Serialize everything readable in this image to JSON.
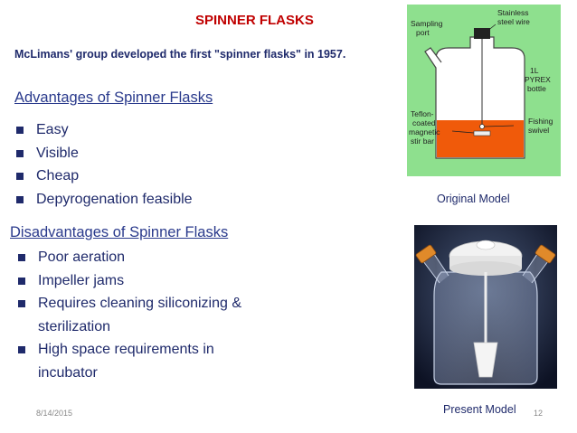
{
  "slide": {
    "title": "SPINNER FLASKS",
    "subtitle": "McLimans' group developed the first \"spinner flasks\" in 1957.",
    "advantages": {
      "heading": "Advantages of Spinner Flasks",
      "items": [
        "Easy",
        "Visible",
        "Cheap",
        "Depyrogenation feasible"
      ]
    },
    "disadvantages": {
      "heading": "Disadvantages of Spinner Flasks",
      "items": [
        "Poor aeration",
        "Impeller jams",
        "Requires cleaning siliconizing &",
        "sterilization",
        "High space requirements in",
        "incubator"
      ]
    },
    "diagram": {
      "sampling_port": [
        "Sampling",
        "port"
      ],
      "stainless_wire": [
        "Stainless",
        "steel wire"
      ],
      "pyrex_bottle": [
        "1L",
        "PYREX",
        "bottle"
      ],
      "stir_bar": [
        "Teflon-",
        "coated",
        "magnetic",
        "stir bar"
      ],
      "fishing_swivel": [
        "Fishing",
        "swivel"
      ]
    },
    "captions": {
      "original": "Original Model",
      "present": "Present Model"
    },
    "footer": {
      "date": "8/14/2015",
      "page": "12"
    }
  },
  "colors": {
    "title": "#c00000",
    "text": "#1f2a6b",
    "diagram_bg": "#8ee08e",
    "medium": "#f05a0a"
  }
}
